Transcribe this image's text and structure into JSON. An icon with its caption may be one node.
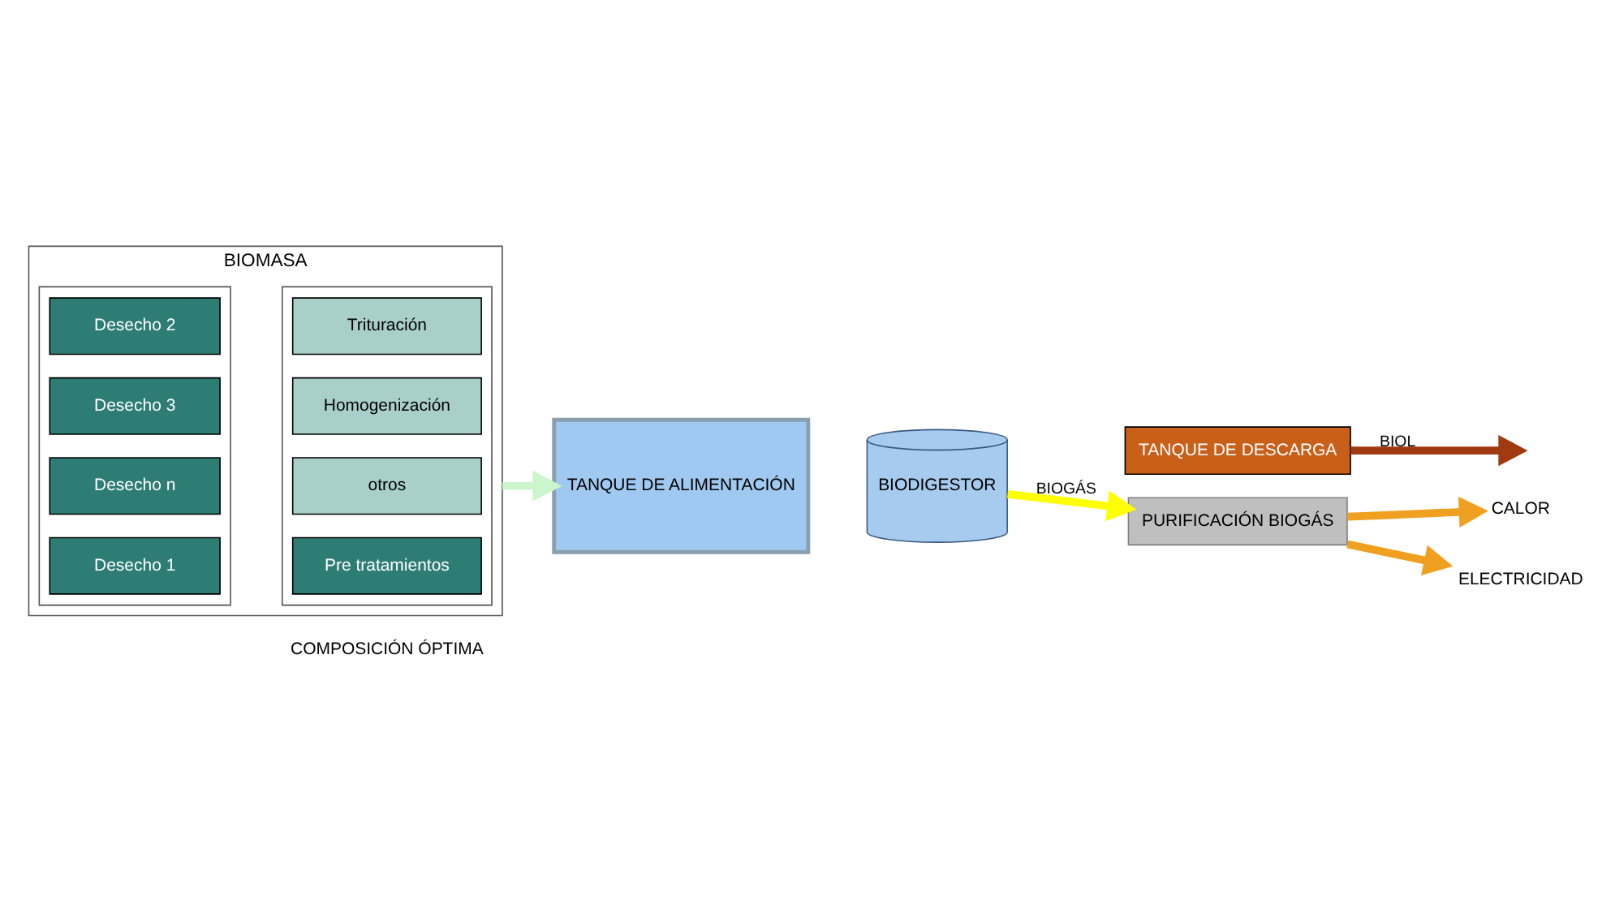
{
  "diagram": {
    "nodes": [
      {
        "text": [
          "BIOMASA"
        ],
        "beside": [
          "COMPOSICIÓN ÓPTIMA"
        ]
      },
      {
        "text": [],
        "shape": "box",
        "in": 0
      },
      {
        "text": [
          "Desecho 1"
        ],
        "in": 1
      },
      {
        "text": [
          "Desecho 2"
        ],
        "in": 1
      },
      {
        "text": [
          "Desecho 3"
        ],
        "in": 1
      },
      {
        "text": [
          "Desecho n"
        ],
        "in": 1
      },
      {
        "text": [],
        "shape": "box",
        "in": 0
      },
      {
        "text": [
          "Pre tratamientos"
        ],
        "in": 6
      },
      {
        "text": [
          "Trituración"
        ],
        "in": 6
      },
      {
        "text": [
          "Homogenización"
        ],
        "in": 6
      },
      {
        "text": [
          "otros"
        ],
        "in": 6
      },
      {
        "text": [
          "TANQUE DE ALIMENTACIÓN"
        ]
      },
      {
        "text": [
          "BIODIGESTOR"
        ]
      },
      {
        "text": [
          "TANQUE DE DESCARGA"
        ]
      },
      {
        "text": [
          "PURIFICACIÓN BIOGÁS"
        ]
      },
      {
        "text": [
          "ELECTRICIDAD"
        ]
      },
      {
        "text": [
          "CALOR"
        ]
      }
    ],
    "edges": [
      {
        "from": 0,
        "to": 11,
        "arrow": "to",
        "color": "#ccf5cc"
      },
      {
        "from": 12,
        "to": 14,
        "arrow": "to",
        "label": "BIOGÁS",
        "color": "#ffff00"
      },
      {
        "from": 14,
        "to": 15,
        "arrow": "to",
        "color": "#f0a020"
      },
      {
        "from": 14,
        "to": 16,
        "arrow": "to",
        "color": "#f0a020"
      },
      {
        "from": 13,
        "to": null,
        "arrow": "to",
        "label": "BIOL",
        "color": "#a03a10"
      }
    ]
  }
}
